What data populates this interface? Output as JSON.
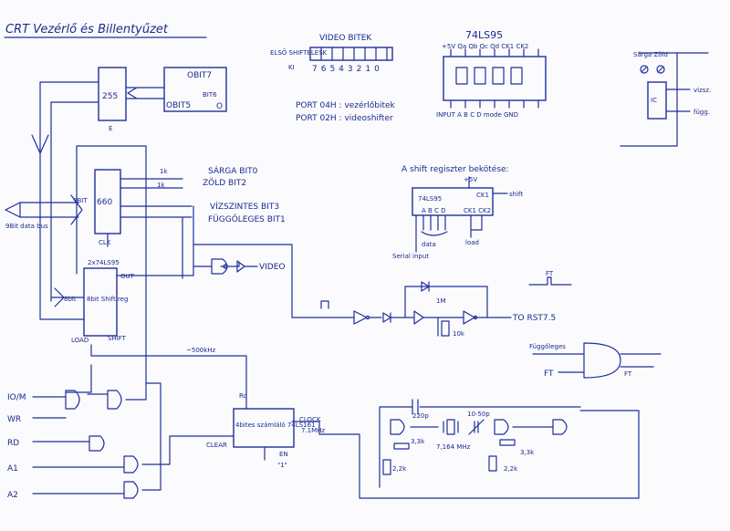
{
  "title": "CRT Vezérlő és Billentyűzet",
  "upper_left": {
    "chip_255": "255",
    "pin_e": "E",
    "obit7": "OBIT7",
    "obit6": "BIT6",
    "obit5": "OBIT5",
    "pin_o": "O"
  },
  "video_bits": {
    "title": "VIDEO BITEK",
    "elso_shift": "ELSŐ SHIFTELÉSK",
    "ki": "KI",
    "bits": "76543210",
    "port_04": "PORT 04H : vezérlőbitek",
    "port_02": "PORT 02H : videoshifter"
  },
  "ls95_pinout": {
    "title": "74LS95",
    "top_pins": "+5V Qa Qb Qc Qd CK1 CK2",
    "bottom_pins": "INPUT A B C D mode GND"
  },
  "right_top": {
    "label": "Sárga Zöld",
    "ic": "IC",
    "vizsz": "vizsz.",
    "fugg": "függ."
  },
  "chip_660": {
    "label": "660",
    "nine_bit": "9BIT",
    "eight_bit_side": "9Bit data bus",
    "clk": "CLK",
    "r1": "1k",
    "r2": "1k",
    "sarga": "SÁRGA BIT0",
    "zold": "ZÖLD BIT2",
    "vizszintes": "VÍZSZINTES BIT3",
    "fuggoleges": "FÜGGŐLEGES BIT1"
  },
  "shift_reg": {
    "part": "2x74LS95",
    "out": "OUT",
    "body": "8bit Shift reg",
    "eight_bit": "8bit",
    "load": "LOAD",
    "shift": "SHIFT",
    "video": "VIDEO"
  },
  "shift_info": {
    "title": "A shift regiszter bekötése:",
    "chip": "74LS95",
    "pins": "A B C D",
    "ck1": "CK1",
    "ck2": "CK1 CK2",
    "data": "data",
    "load": "load",
    "shift": "shift",
    "serial_input": "Serial input",
    "vcc": "+5V"
  },
  "rst": {
    "r1m": "1M",
    "r10k": "10k",
    "to": "TO RST7.5",
    "ft": "FT"
  },
  "fugg_block": {
    "label": "Függőleges",
    "ft_left": "FT",
    "ft_right": "FT"
  },
  "counter": {
    "freq": "~500kHz",
    "ro": "Ro",
    "body": "4bites számláló 74LS161",
    "clear": "CLEAR",
    "clock": "CLOCK",
    "clock_freq": "7.1MHz",
    "en": "EN",
    "one": "\"1\""
  },
  "inputs": {
    "io_m": "IO/M",
    "wr": "WR",
    "rd": "RD",
    "a1": "A1",
    "a2": "A2"
  },
  "oscillator": {
    "c1": "220p",
    "r1": "3,3k",
    "xtal": "7,164 MHz",
    "trim": "10-50p",
    "r2": "3,3k",
    "r3": "2,2k",
    "r4": "2,2k"
  },
  "colors": {
    "ink": "#1f2f9a",
    "paper": "#fbfbfd"
  }
}
